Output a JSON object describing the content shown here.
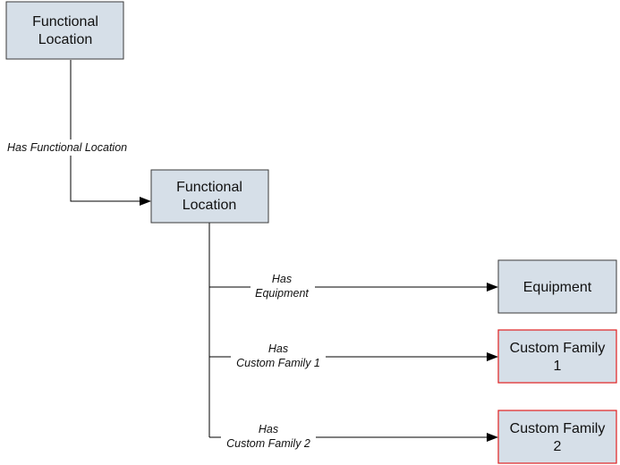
{
  "nodes": {
    "fl_top": {
      "line1": "Functional",
      "line2": "Location"
    },
    "fl_mid": {
      "line1": "Functional",
      "line2": "Location"
    },
    "equipment": {
      "line1": "Equipment"
    },
    "custom1": {
      "line1": "Custom Family",
      "line2": "1"
    },
    "custom2": {
      "line1": "Custom Family",
      "line2": "2"
    }
  },
  "edges": {
    "has_fl": {
      "line1": "Has Functional Location"
    },
    "has_equipment": {
      "line1": "Has",
      "line2": "Equipment"
    },
    "has_custom1": {
      "line1": "Has",
      "line2": "Custom Family 1"
    },
    "has_custom2": {
      "line1": "Has",
      "line2": "Custom Family 2"
    }
  },
  "colors": {
    "node_fill": "#d6dfe8",
    "node_border": "#3a3a3a",
    "custom_node_border": "#e02020",
    "edge": "#000000"
  }
}
